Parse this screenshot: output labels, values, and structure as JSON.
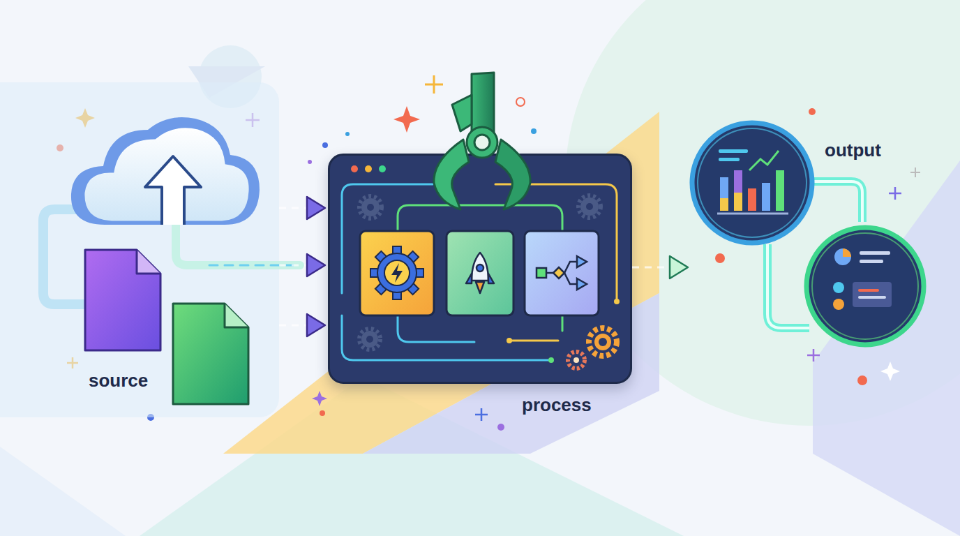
{
  "diagram": {
    "nodes": [
      {
        "text": [
          "source"
        ]
      },
      {
        "text": [
          "process"
        ]
      },
      {
        "text": [
          "output"
        ]
      }
    ],
    "edges": [
      {
        "from": 0,
        "to": 1,
        "arrow": "to"
      },
      {
        "from": 0,
        "to": 1,
        "arrow": "to"
      },
      {
        "from": 0,
        "to": 1,
        "arrow": "to"
      },
      {
        "from": 1,
        "to": 2,
        "arrow": "to"
      }
    ]
  }
}
